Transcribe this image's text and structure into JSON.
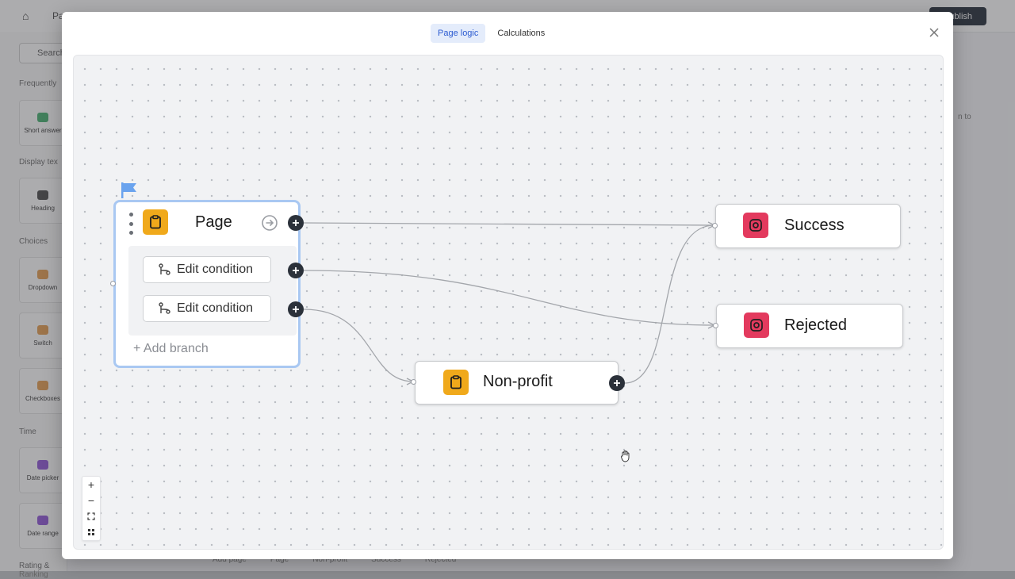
{
  "background": {
    "breadcrumb": "Pa",
    "publish_label": "Publish",
    "search_placeholder": "Search",
    "sections": [
      "Frequently",
      "Display tex",
      "Choices",
      "Time",
      "Rating & Ranking"
    ],
    "tiles": [
      {
        "label": "Short answer",
        "icon": "short-answer-icon",
        "color": "#3fae6b"
      },
      {
        "label": "Heading",
        "icon": "heading-icon",
        "color": "#444444"
      },
      {
        "label": "Dropdown",
        "icon": "dropdown-icon",
        "color": "#e39a4a"
      },
      {
        "label": "Switch",
        "icon": "switch-icon",
        "color": "#e39a4a"
      },
      {
        "label": "Checkboxes",
        "icon": "checkboxes-icon",
        "color": "#e39a4a"
      },
      {
        "label": "Date picker",
        "icon": "date-picker-icon",
        "color": "#8a4fd6"
      },
      {
        "label": "Date range",
        "icon": "date-range-icon",
        "color": "#8a4fd6"
      }
    ],
    "right_text": "n to",
    "bottom_tabs": [
      "Add page",
      "Page",
      "Non-profit",
      "Success",
      "Rejected"
    ]
  },
  "modal": {
    "tabs": [
      {
        "label": "Page logic",
        "active": true
      },
      {
        "label": "Calculations",
        "active": false
      }
    ]
  },
  "flow": {
    "page_node": {
      "title": "Page",
      "icon": "clipboard-icon",
      "conditions": [
        {
          "label": "Edit condition",
          "icon": "branch-icon"
        },
        {
          "label": "Edit condition",
          "icon": "branch-icon"
        }
      ],
      "add_branch": "+ Add branch"
    },
    "nodes": [
      {
        "id": "success",
        "title": "Success",
        "icon": "target-icon"
      },
      {
        "id": "rejected",
        "title": "Rejected",
        "icon": "target-icon"
      },
      {
        "id": "nonprofit",
        "title": "Non-profit",
        "icon": "clipboard-icon"
      }
    ],
    "edges": [
      {
        "from": "page",
        "to": "success"
      },
      {
        "from": "condition-1",
        "to": "rejected"
      },
      {
        "from": "condition-2",
        "to": "nonprofit"
      },
      {
        "from": "nonprofit",
        "to": "success"
      }
    ],
    "colors": {
      "accent": "#2b5bd1",
      "page_border": "#a9c8f2",
      "orange": "#f0a91b",
      "red": "#e33a5e"
    }
  },
  "zoom_controls": {
    "zoom_in": "+",
    "zoom_out": "−"
  }
}
